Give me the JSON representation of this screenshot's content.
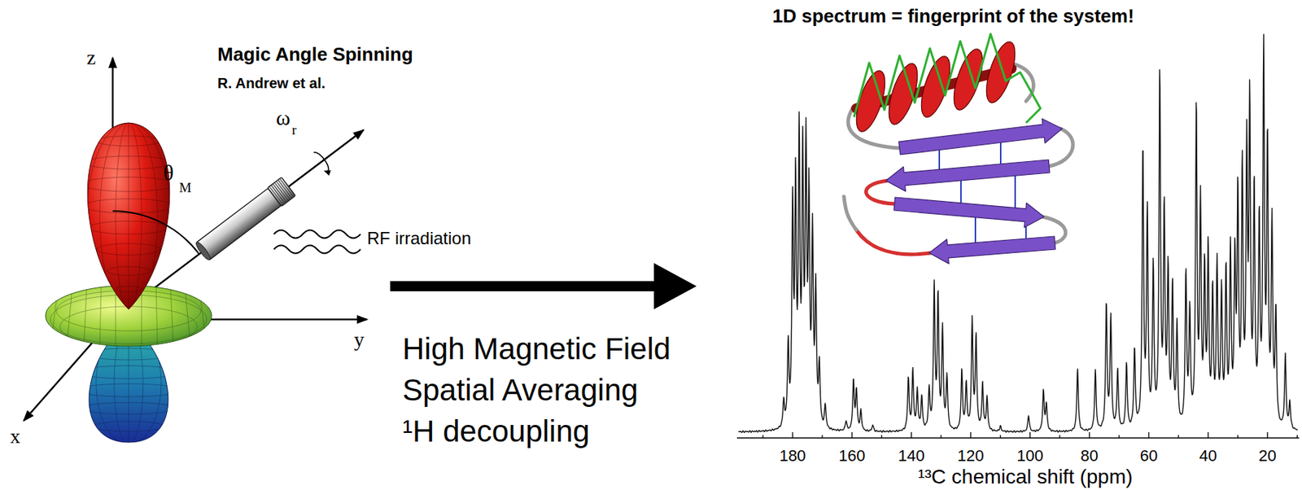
{
  "diagram": {
    "labels": [
      "Magic Angle Spinning",
      "R. Andrew et al.",
      "z",
      "y",
      "x",
      "θ",
      "M",
      "ω",
      "r",
      "RF irradiation",
      "High Magnetic Field",
      "Spatial Averaging",
      "¹H decoupling",
      "1D spectrum = fingerprint of the system!",
      "180",
      "160",
      "140",
      "120",
      "100",
      "80",
      "60",
      "40",
      "20",
      "¹³C chemical shift (ppm)"
    ]
  }
}
